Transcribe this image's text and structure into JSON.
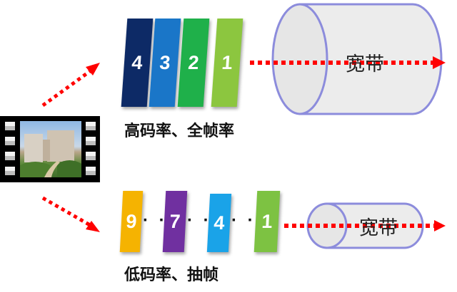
{
  "colors": {
    "arrow_red": "#ff0000",
    "pipe_stroke": "#8c8cdc",
    "pipe_fill": "#ececec",
    "film_black": "#000000"
  },
  "video": {
    "icon": "film-strip-icon",
    "description": "building thumbnail"
  },
  "high_stream": {
    "frames": [
      {
        "label": "4",
        "color": "#0d2a66"
      },
      {
        "label": "3",
        "color": "#1a76c8"
      },
      {
        "label": "2",
        "color": "#1fb04a"
      },
      {
        "label": "1",
        "color": "#8cc63f"
      }
    ],
    "caption": "高码率、全帧率",
    "pipe_label": "宽带"
  },
  "low_stream": {
    "frames": [
      {
        "label": "9",
        "color": "#f5b301"
      },
      {
        "label": "7",
        "color": "#7030a0"
      },
      {
        "label": "4",
        "color": "#1aa3e8"
      },
      {
        "label": "1",
        "color": "#7dc242"
      }
    ],
    "separator": "· ·",
    "caption": "低码率、抽帧",
    "pipe_label": "宽带"
  }
}
